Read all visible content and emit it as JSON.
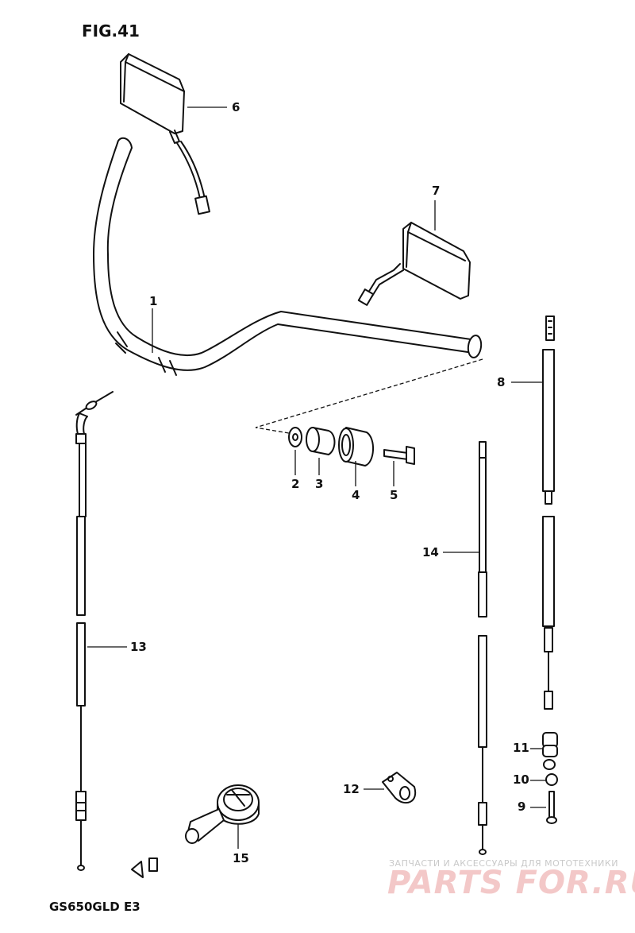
{
  "figure": {
    "title": "FIG.41",
    "model": "GS650GLD  E3"
  },
  "callouts": [
    {
      "id": "1",
      "text": "1"
    },
    {
      "id": "2",
      "text": "2"
    },
    {
      "id": "3",
      "text": "3"
    },
    {
      "id": "4",
      "text": "4"
    },
    {
      "id": "5",
      "text": "5"
    },
    {
      "id": "6",
      "text": "6"
    },
    {
      "id": "7",
      "text": "7"
    },
    {
      "id": "8",
      "text": "8"
    },
    {
      "id": "9",
      "text": "9"
    },
    {
      "id": "10",
      "text": "10"
    },
    {
      "id": "11",
      "text": "11"
    },
    {
      "id": "12",
      "text": "12"
    },
    {
      "id": "13",
      "text": "13"
    },
    {
      "id": "14",
      "text": "14"
    },
    {
      "id": "15",
      "text": "15"
    }
  ],
  "watermark": {
    "caption": "ЗАПЧАСТИ И АКСЕССУАРЫ ДЛЯ МОТОТЕХНИКИ",
    "brand": "PARTS FOR.RU"
  },
  "colors": {
    "ink": "#111111",
    "background": "#ffffff",
    "watermark_brand": "#f3c8c8",
    "watermark_caption": "#c9c9c9"
  }
}
